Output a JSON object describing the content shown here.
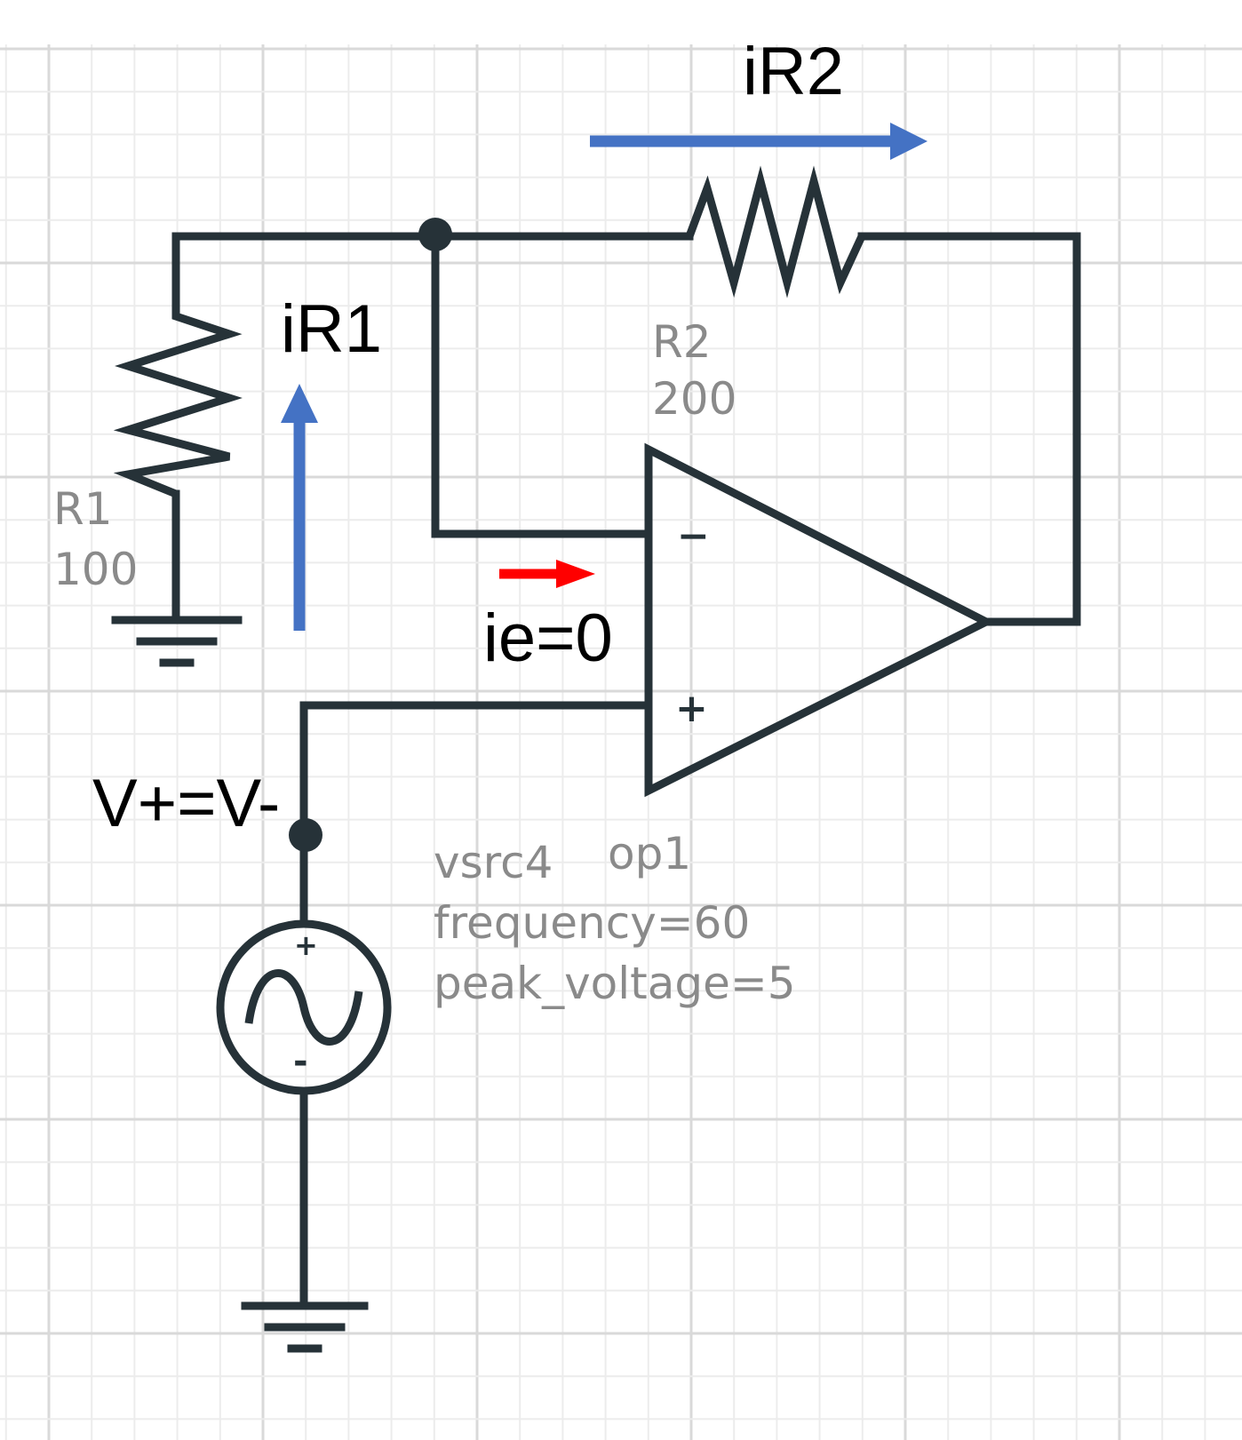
{
  "schematic": {
    "annotations": {
      "ir2": "iR2",
      "ir1": "iR1",
      "ie": "ie=0",
      "vplus_vminus": "V+=V-"
    },
    "r1": {
      "name": "R1",
      "value": "100"
    },
    "r2": {
      "name": "R2",
      "value": "200"
    },
    "opamp": {
      "name": "op1",
      "minus_sign": "−",
      "plus_sign": "+"
    },
    "source": {
      "name": "vsrc4",
      "frequency": "frequency=60",
      "peak_voltage": "peak_voltage=5",
      "plus_sign": "+",
      "minus_sign": "-"
    },
    "colors": {
      "wire": "#263238",
      "current_arrow": "#4472c4",
      "error_arrow": "#ff0000",
      "label_gray": "#8a8a8a",
      "grid": "#d9d9d9"
    }
  }
}
